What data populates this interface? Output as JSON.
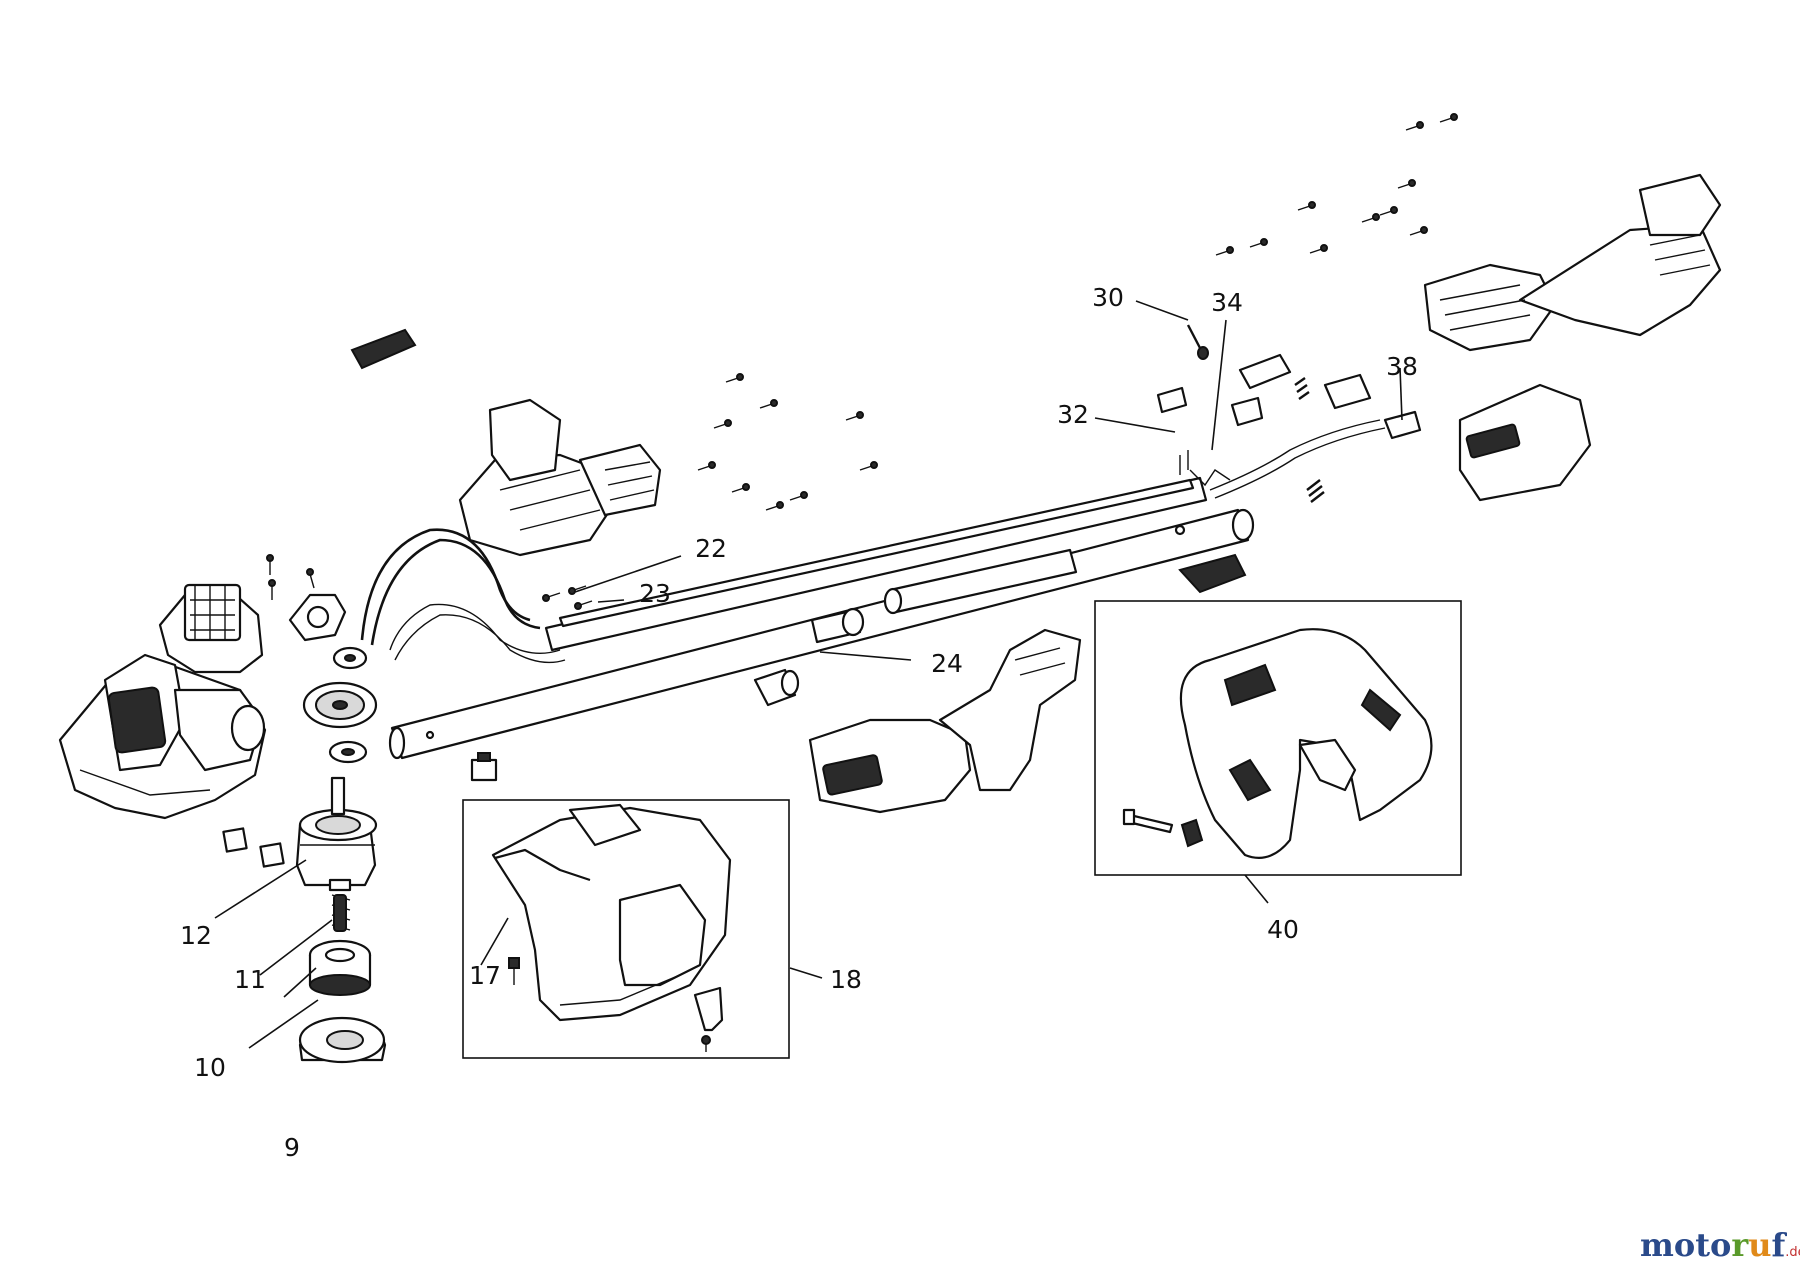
{
  "labels": {
    "l9": "9",
    "l10": "10",
    "l11": "11",
    "l12": "12",
    "l17": "17",
    "l18": "18",
    "l22": "22",
    "l23": "23",
    "l24": "24",
    "l30": "30",
    "l32": "32",
    "l34": "34",
    "l38": "38",
    "l40": "40"
  },
  "watermark": {
    "text_m1": "moto",
    "text_r": "r",
    "text_u": "u",
    "text_f": "f",
    "suffix": ".de",
    "colors": {
      "blue": "#2a4a8a",
      "green": "#5a9a2a",
      "orange": "#e08a1a",
      "red": "#c23030"
    }
  }
}
